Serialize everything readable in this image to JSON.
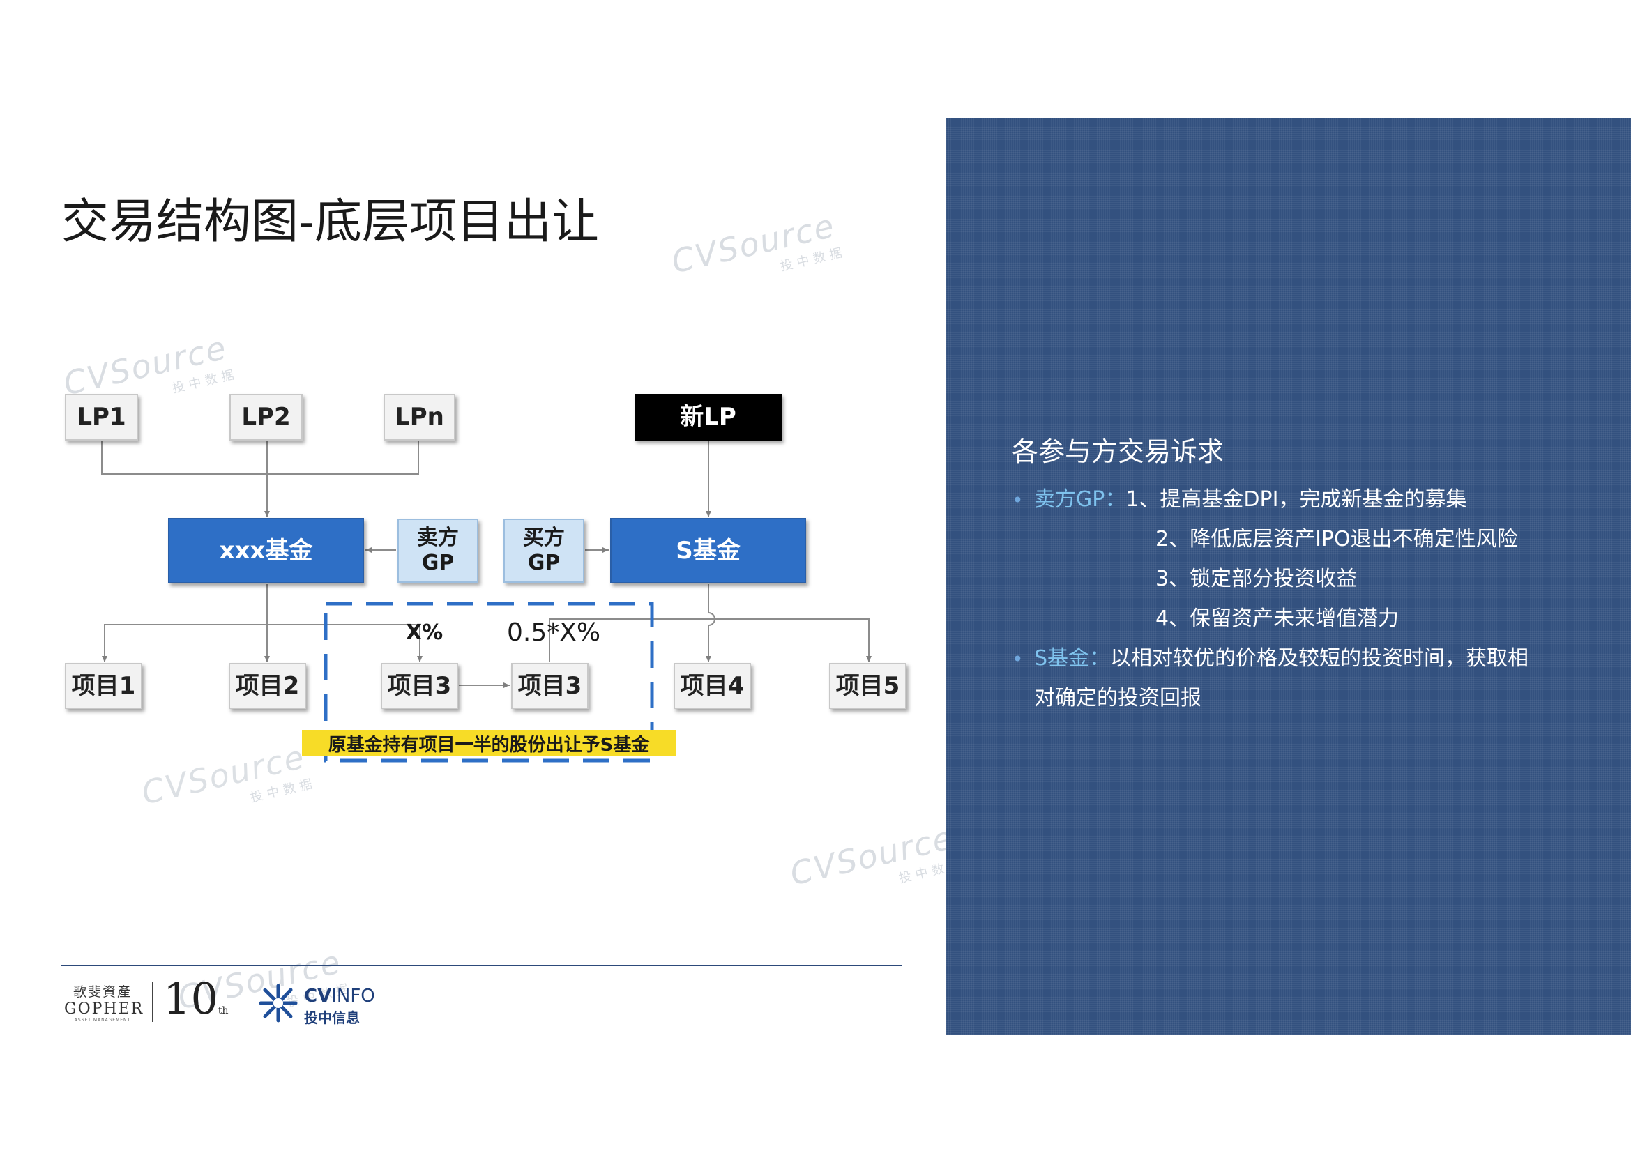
{
  "title": "交易结构图-底层项目出让",
  "watermark": {
    "text": "CVSource",
    "sub": "投中数据"
  },
  "diagram": {
    "nodes": {
      "lp1": "LP1",
      "lp2": "LP2",
      "lpn": "LPn",
      "new_lp": "新LP",
      "xxx_fund": "xxx基金",
      "seller_gp": "卖方\nGP",
      "buyer_gp": "买方\nGP",
      "s_fund": "S基金",
      "project1": "项目1",
      "project2": "项目2",
      "project3_a": "项目3",
      "project3_b": "项目3",
      "project4": "项目4",
      "project5": "项目5"
    },
    "edge_labels": {
      "x_pct": "X%",
      "half_x_pct": "0.5*X%"
    },
    "note": "原基金持有项目一半的股份出让予S基金",
    "colors": {
      "fund_blue": "#2e6fc6",
      "gp_light_blue": "#cfe3f5",
      "dashed_border": "#2e6fc6",
      "note_yellow": "#f7dc27"
    }
  },
  "footer": {
    "gopher_cn": "歌斐資產",
    "gopher_en": "GOPHER",
    "gopher_sub": "ASSET MANAGEMENT",
    "ten": "10",
    "ten_suffix": "th",
    "cvinfo_brand_bold": "CV",
    "cvinfo_brand_thin": "INFO",
    "cvinfo_cn": "投中信息"
  },
  "panel": {
    "background": "#33517f",
    "heading": "各参与方交易诉求",
    "seller": {
      "key": "卖方GP：",
      "items": [
        "1、提高基金DPI，完成新基金的募集",
        "2、降低底层资产IPO退出不确定性风险",
        "3、锁定部分投资收益",
        "4、保留资产未来增值潜力"
      ]
    },
    "s_fund": {
      "key": "S基金：",
      "line1": "以相对较优的价格及较短的投资时间，获取相",
      "line2": "对确定的投资回报"
    }
  }
}
